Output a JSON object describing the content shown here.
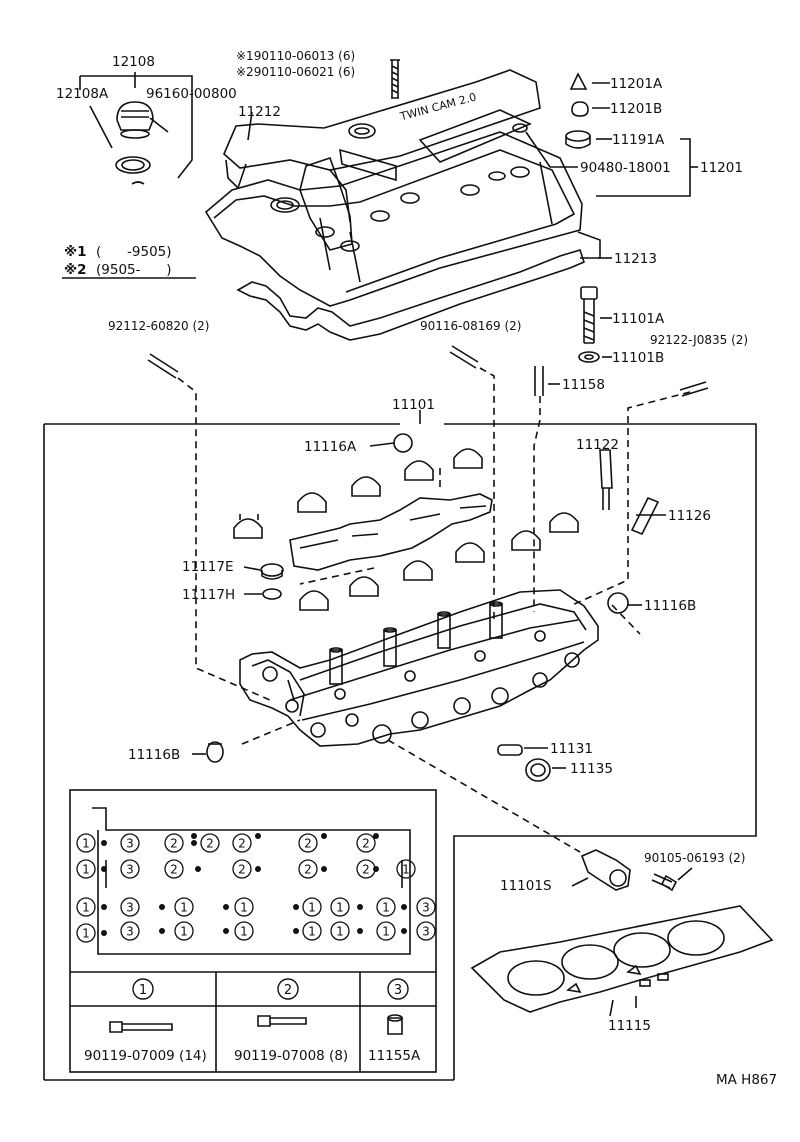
{
  "diagram_code": "MA H867",
  "legend_notes": {
    "note1_mark": "※1",
    "note1_range": "(      -9505)",
    "note2_mark": "※2",
    "note2_range": "(9505-      )"
  },
  "parts": {
    "p12108": "12108",
    "p12108A": "12108A",
    "p96160": "96160-00800",
    "p90110_a": "※190110-06013 (6)",
    "p90110_b": "※290110-06021 (6)",
    "p11212": "11212",
    "p11201A": "11201A",
    "p11201B": "11201B",
    "p11191A": "11191A",
    "p90480": "90480-18001",
    "p11201": "11201",
    "p11213": "11213",
    "p92112": "92112-60820 (2)",
    "p90116": "90116-08169 (2)",
    "p11101A": "11101A",
    "p11101B": "11101B",
    "p92122": "92122-J0835 (2)",
    "p11158": "11158",
    "p11101": "11101",
    "p11116A": "11116A",
    "p11122": "11122",
    "p11126": "11126",
    "p11117E": "11117E",
    "p11117H": "11117H",
    "p11116B_r": "11116B",
    "p11116B_l": "11116B",
    "p11131": "11131",
    "p11135": "11135",
    "p90105": "90105-06193 (2)",
    "p11101S": "11101S",
    "p11115": "11115"
  },
  "cover_text": "TWIN CAM 2.0",
  "bolt_table": {
    "headers": [
      "1",
      "2",
      "3"
    ],
    "parts": [
      "90119-07009 (14)",
      "90119-07008 (8)",
      "11155A"
    ]
  }
}
